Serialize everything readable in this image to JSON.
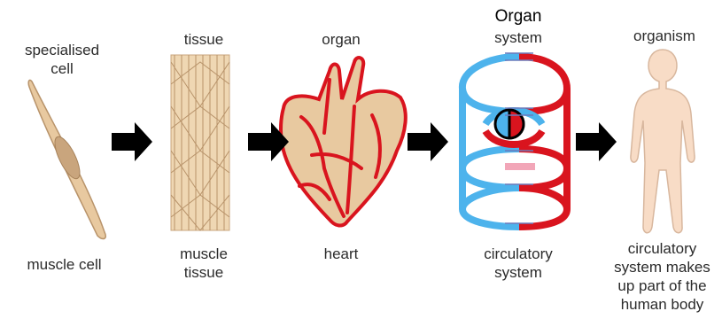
{
  "stages": [
    {
      "top_label": "specialised\ncell",
      "bottom_label": "muscle cell"
    },
    {
      "top_label": "tissue",
      "bottom_label": "muscle\ntissue"
    },
    {
      "top_label": "organ",
      "bottom_label": "heart"
    },
    {
      "top_label_overlay": "Organ",
      "top_label": "system",
      "bottom_label": "circulatory\nsystem"
    },
    {
      "top_label": "organism",
      "bottom_label": "circulatory\nsystem makes\nup part of the\nhuman body"
    }
  ],
  "arrow_icon": "right-arrow-icon",
  "colors": {
    "cell_fill": "#e8c9a0",
    "tissue_fill": "#efd7b3",
    "heart_red": "#d9141e",
    "vessel_blue": "#4db3ec",
    "skin": "#f8dcc6",
    "arrow": "#000000"
  }
}
